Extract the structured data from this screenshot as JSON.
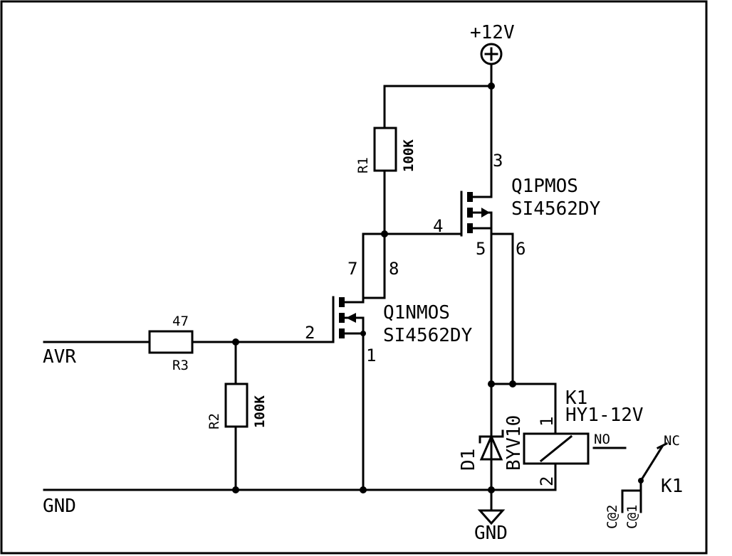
{
  "supply": {
    "label": "+12V",
    "ground_label": "GND"
  },
  "nets": {
    "input": "AVR",
    "ground": "GND"
  },
  "r1": {
    "ref": "R1",
    "value": "100K"
  },
  "r2": {
    "ref": "R2",
    "value": "100K"
  },
  "r3": {
    "ref": "R3",
    "value": "47"
  },
  "q_pmos": {
    "ref": "Q1PMOS",
    "part": "SI4562DY",
    "pins": [
      "3",
      "4",
      "5",
      "6"
    ]
  },
  "q_nmos": {
    "ref": "Q1NMOS",
    "part": "SI4562DY",
    "pins": [
      "7",
      "8",
      "2",
      "1"
    ]
  },
  "d1": {
    "ref": "D1",
    "part": "BYV10"
  },
  "k1": {
    "ref": "K1",
    "part": "HY1-12V",
    "pin1": "1",
    "pin2": "2",
    "no": "NO",
    "nc": "NC",
    "contact_ref": "K1",
    "c1": "C@1",
    "c2": "C@2"
  }
}
